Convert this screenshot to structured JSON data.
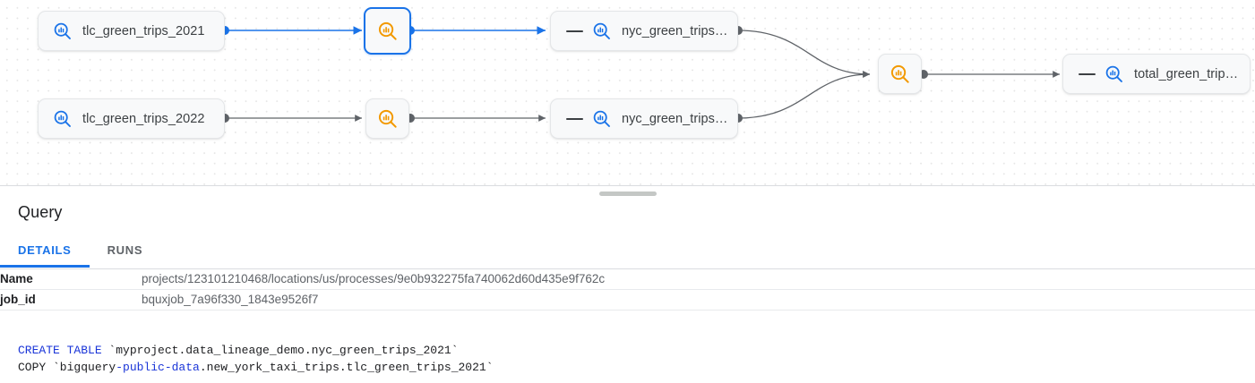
{
  "graph": {
    "nodes": [
      {
        "id": "tlc2021",
        "label": "tlc_green_trips_2021",
        "icon": "table-search-icon",
        "icon_color": "#1a73e8",
        "kind": "table",
        "selected": false,
        "has_dash": false
      },
      {
        "id": "proc2021",
        "label": "",
        "icon": "process-search-icon",
        "icon_color": "#f29900",
        "kind": "process",
        "selected": true,
        "has_dash": false
      },
      {
        "id": "nyc2021",
        "label": "nyc_green_trips…",
        "icon": "table-search-icon",
        "icon_color": "#1a73e8",
        "kind": "table",
        "selected": false,
        "has_dash": true
      },
      {
        "id": "tlc2022",
        "label": "tlc_green_trips_2022",
        "icon": "table-search-icon",
        "icon_color": "#1a73e8",
        "kind": "table",
        "selected": false,
        "has_dash": false
      },
      {
        "id": "proc2022",
        "label": "",
        "icon": "process-search-icon",
        "icon_color": "#f29900",
        "kind": "process",
        "selected": false,
        "has_dash": false
      },
      {
        "id": "nyc2022",
        "label": "nyc_green_trips…",
        "icon": "table-search-icon",
        "icon_color": "#1a73e8",
        "kind": "table",
        "selected": false,
        "has_dash": true
      },
      {
        "id": "procMerge",
        "label": "",
        "icon": "process-search-icon",
        "icon_color": "#f29900",
        "kind": "process",
        "selected": false,
        "has_dash": false
      },
      {
        "id": "total",
        "label": "total_green_trip…",
        "icon": "table-search-icon",
        "icon_color": "#1a73e8",
        "kind": "table",
        "selected": false,
        "has_dash": true
      }
    ],
    "edge_colors": {
      "highlight": "#1a73e8",
      "normal": "#5f6368"
    }
  },
  "panel": {
    "title": "Query",
    "tabs": [
      {
        "id": "details",
        "label": "DETAILS",
        "active": true
      },
      {
        "id": "runs",
        "label": "RUNS",
        "active": false
      }
    ],
    "rows": [
      {
        "key": "Name",
        "value": "projects/123101210468/locations/us/processes/9e0b932275fa740062d60d435e9f762c"
      },
      {
        "key": "job_id",
        "value": "bquxjob_7a96f330_1843e9526f7"
      }
    ],
    "sql": {
      "line1_kw": "CREATE TABLE",
      "line1_rest": " `myproject.data_lineage_demo.nyc_green_trips_2021`",
      "line2_pre": "COPY `bigquery",
      "line2_kw": "-public-data",
      "line2_rest": ".new_york_taxi_trips.tlc_green_trips_2021`"
    }
  }
}
